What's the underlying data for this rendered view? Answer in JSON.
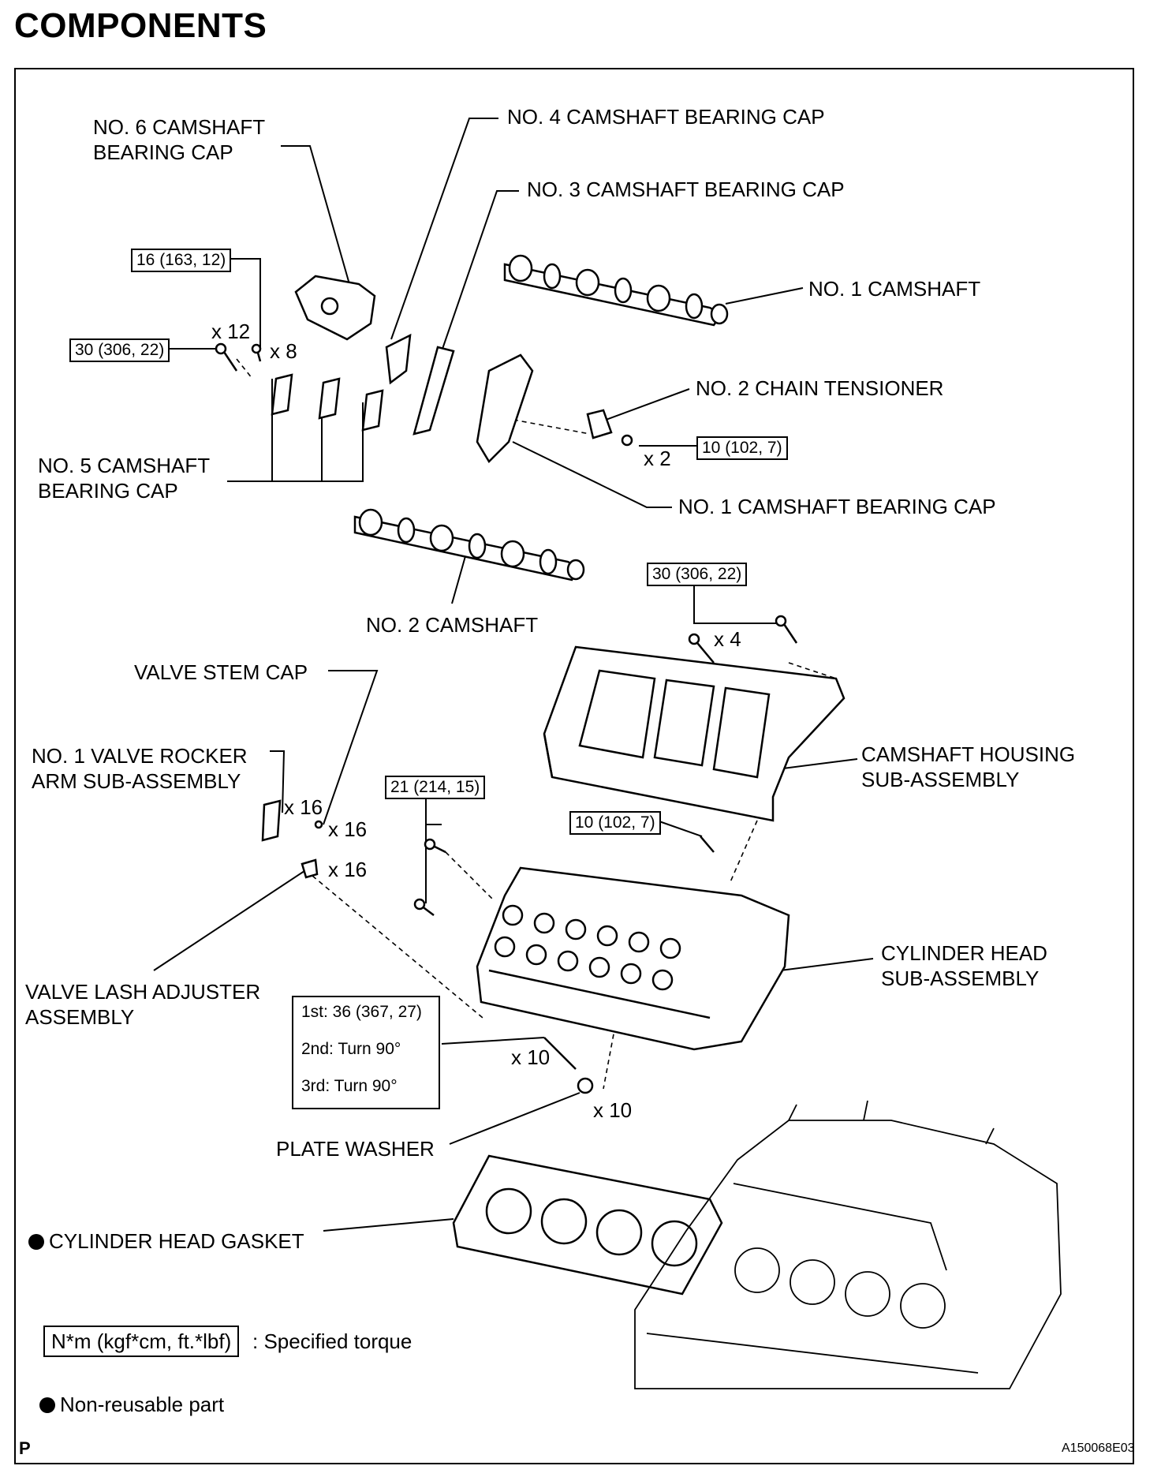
{
  "title": "COMPONENTS",
  "labels": {
    "cam_cap_6": [
      "NO. 6 CAMSHAFT",
      "BEARING CAP"
    ],
    "cam_cap_4": "NO. 4 CAMSHAFT BEARING CAP",
    "cam_cap_3": "NO. 3 CAMSHAFT BEARING CAP",
    "camshaft_1": "NO. 1 CAMSHAFT",
    "chain_tensioner_2": "NO. 2 CHAIN TENSIONER",
    "cam_cap_5": [
      "NO. 5 CAMSHAFT",
      "BEARING CAP"
    ],
    "cam_cap_1": "NO. 1 CAMSHAFT BEARING CAP",
    "camshaft_2": "NO. 2 CAMSHAFT",
    "valve_stem_cap": "VALVE STEM CAP",
    "rocker_arm": [
      "NO. 1 VALVE ROCKER",
      "ARM SUB-ASSEMBLY"
    ],
    "camshaft_housing": [
      "CAMSHAFT HOUSING",
      "SUB-ASSEMBLY"
    ],
    "cylinder_head": [
      "CYLINDER HEAD",
      "SUB-ASSEMBLY"
    ],
    "lash_adjuster": [
      "VALVE LASH ADJUSTER",
      "ASSEMBLY"
    ],
    "plate_washer": "PLATE WASHER",
    "head_gasket": "CYLINDER HEAD GASKET"
  },
  "torques": {
    "t_16": "16 (163, 12)",
    "t_30_a": "30 (306, 22)",
    "t_10_a": "10 (102, 7)",
    "t_30_b": "30 (306, 22)",
    "t_21": "21 (214, 15)",
    "t_10_b": "10 (102, 7)"
  },
  "head_bolt_sequence": [
    "1st: 36 (367, 27)",
    "2nd: Turn 90°",
    "3rd: Turn 90°"
  ],
  "quantities": {
    "q_x12": "x 12",
    "q_x8": "x 8",
    "q_x2": "x 2",
    "q_x4": "x 4",
    "q_x16_a": "x 16",
    "q_x16_b": "x 16",
    "q_x16_c": "x 16",
    "q_x10_a": "x 10",
    "q_x10_b": "x 10"
  },
  "legend": {
    "torque_unit": "N*m (kgf*cm, ft.*lbf)",
    "torque_desc": ": Specified torque",
    "nonreusable": "Non-reusable part"
  },
  "footer": {
    "page_letter": "P",
    "figure_code": "A150068E03"
  }
}
